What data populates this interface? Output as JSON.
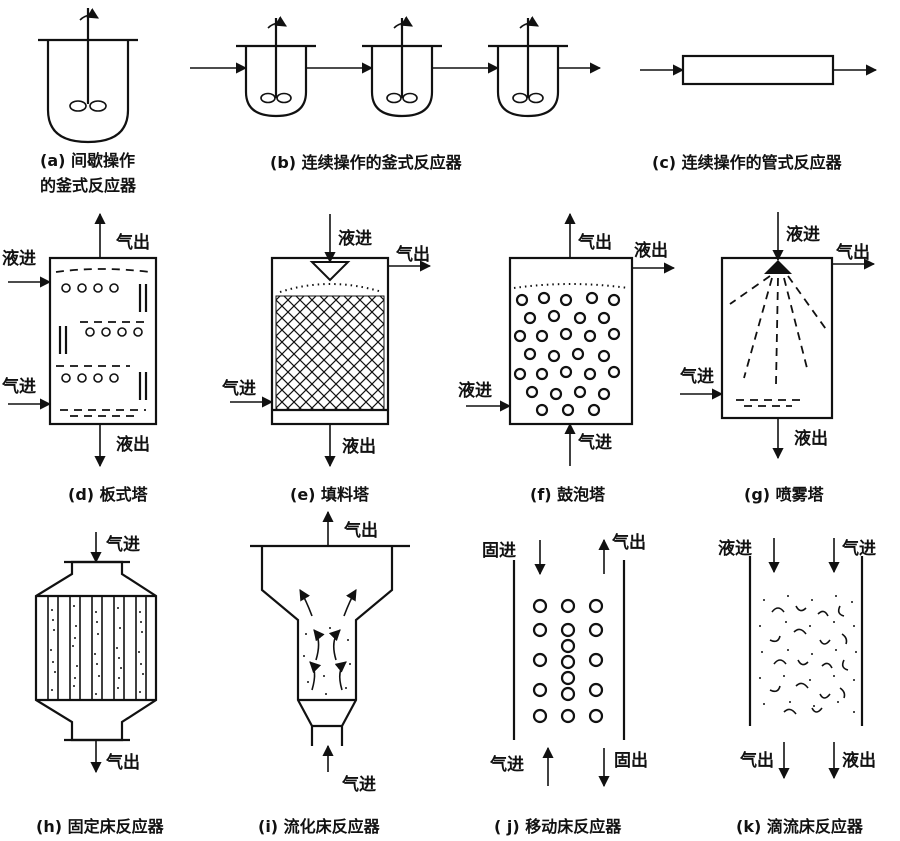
{
  "captions": {
    "a_line1": "(a) 间歇操作",
    "a_line2": "的釜式反应器",
    "b": "(b) 连续操作的釜式反应器",
    "c": "(c) 连续操作的管式反应器",
    "d": "(d) 板式塔",
    "e": "(e) 填料塔",
    "f": "(f) 鼓泡塔",
    "g": "(g) 喷雾塔",
    "h": "(h) 固定床反应器",
    "i": "(i) 流化床反应器",
    "j": "( j) 移动床反应器",
    "k": "(k) 滴流床反应器"
  },
  "labels": {
    "liquid_in": "液进",
    "liquid_out": "液出",
    "gas_in": "气进",
    "gas_out": "气出",
    "solid_in": "固进",
    "solid_out": "固出"
  }
}
